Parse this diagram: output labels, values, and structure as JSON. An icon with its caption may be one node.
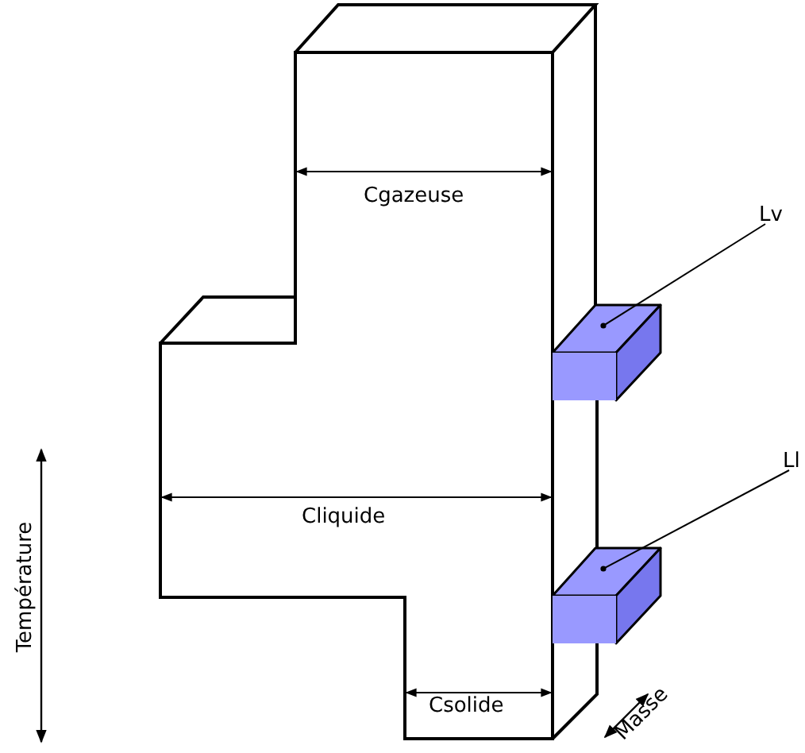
{
  "diagram": {
    "nodes": [
      {
        "text": [
          "Lv"
        ]
      },
      {
        "text": [],
        "shape": "box"
      },
      {
        "text": [
          "Ll"
        ]
      },
      {
        "text": [],
        "shape": "box"
      }
    ],
    "edges": [
      {
        "from": 0,
        "to": 1,
        "arrow": "none"
      },
      {
        "from": 2,
        "to": 3,
        "arrow": "none"
      }
    ],
    "labels": [
      "Cgazeuse",
      "Cliquide",
      "Csolide",
      "Température",
      "Masse"
    ]
  }
}
